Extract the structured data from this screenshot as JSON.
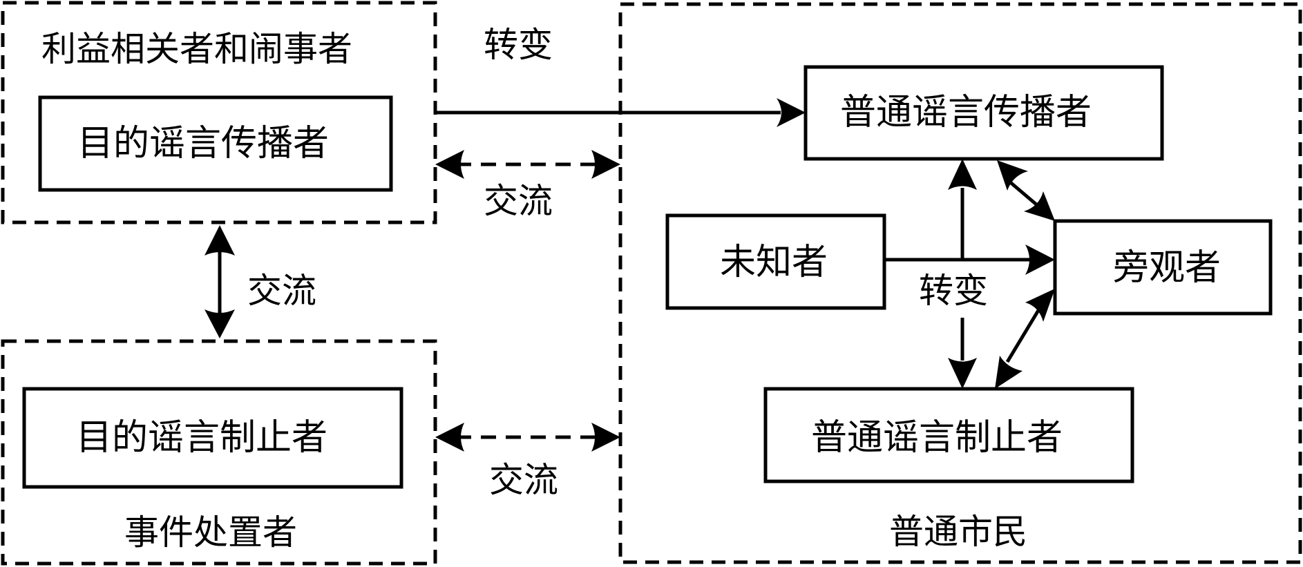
{
  "groups": {
    "stakeholders": {
      "title": "利益相关者和闹事者"
    },
    "handlers": {
      "title": "事件处置者"
    },
    "citizens": {
      "title": "普通市民"
    }
  },
  "nodes": {
    "purpose_spreader": "目的谣言传播者",
    "purpose_stopper": "目的谣言制止者",
    "ordinary_spreader": "普通谣言传播者",
    "unknown": "未知者",
    "bystander": "旁观者",
    "ordinary_stopper": "普通谣言制止者"
  },
  "edge_labels": {
    "transform_top": "转变",
    "communicate_top": "交流",
    "communicate_left": "交流",
    "communicate_bottom": "交流",
    "transform_center": "转变"
  },
  "colors": {
    "stroke": "#000000",
    "background": "#ffffff"
  }
}
